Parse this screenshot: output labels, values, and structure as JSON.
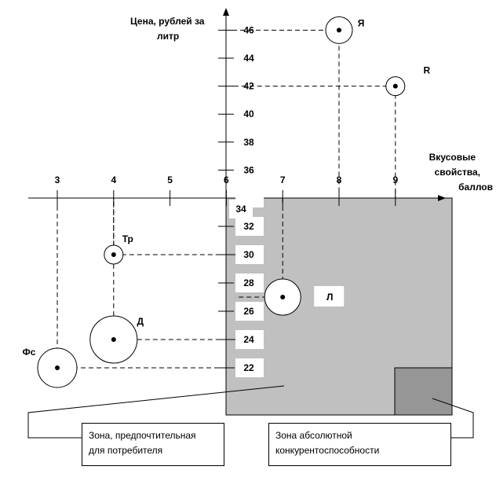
{
  "y_axis": {
    "title_line1": "Цена, рублей за",
    "title_line2": "литр",
    "ticks": [
      "46",
      "44",
      "42",
      "40",
      "38",
      "36",
      "34",
      "32",
      "30",
      "28",
      "26",
      "24",
      "22"
    ]
  },
  "x_axis": {
    "title_line1": "Вкусовые",
    "title_line2": "свойства,",
    "title_line3": "баллов",
    "ticks": [
      "3",
      "4",
      "5",
      "6",
      "7",
      "8",
      "9"
    ]
  },
  "points": [
    {
      "label": "Я",
      "score": 8,
      "price": 46
    },
    {
      "label": "R",
      "score": 9,
      "price": 42
    },
    {
      "label": "Тр",
      "score": 4,
      "price": 30
    },
    {
      "label": "Л",
      "score": 7,
      "price": 27
    },
    {
      "label": "Д",
      "score": 4,
      "price": 24
    },
    {
      "label": "Фс",
      "score": 3,
      "price": 22
    }
  ],
  "zones": {
    "preferred_line1": "Зона, предпочтительная",
    "preferred_line2": "для потребителя",
    "absolute_line1": "Зона абсолютной",
    "absolute_line2": "конкурентоспособности"
  },
  "colors": {
    "preferred_zone": "#c0c0c0",
    "absolute_zone": "#969696"
  }
}
